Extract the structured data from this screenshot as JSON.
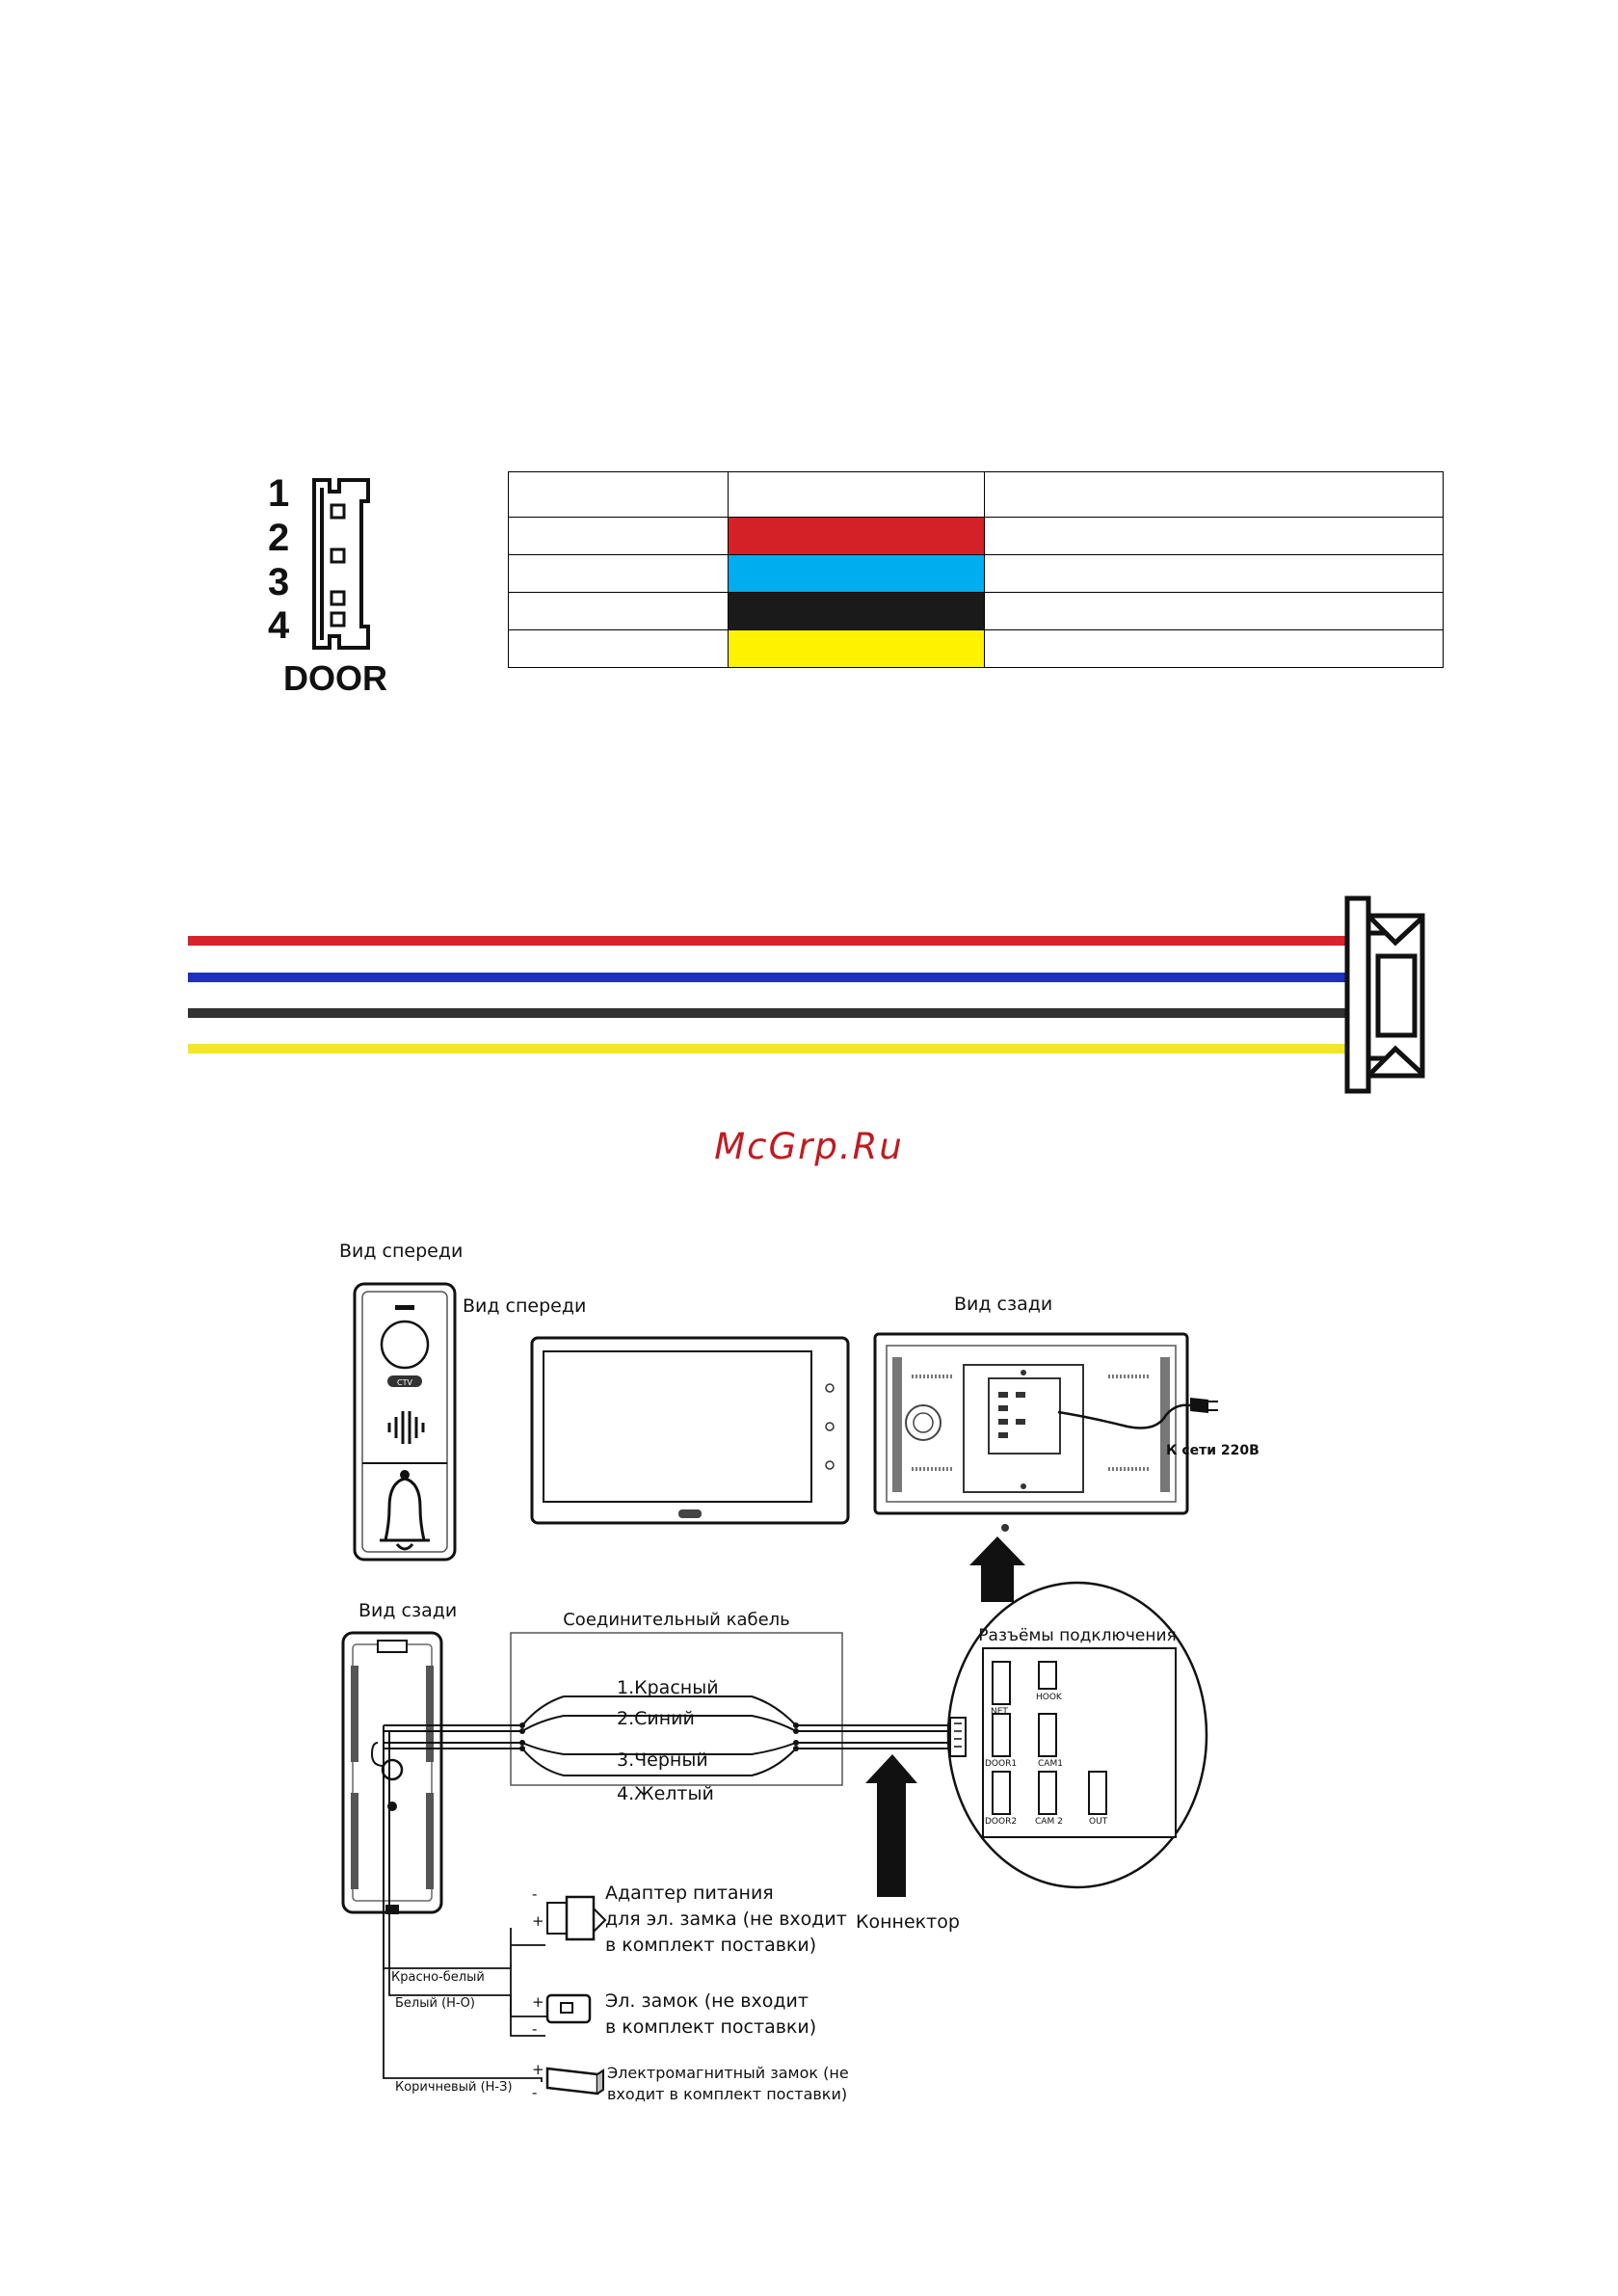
{
  "connector": {
    "pins": [
      "1",
      "2",
      "3",
      "4"
    ],
    "label": "DOOR"
  },
  "wire_table": {
    "rows": [
      {
        "pin": "",
        "color": "#d42027",
        "desc": ""
      },
      {
        "pin": "",
        "color": "#00aeef",
        "desc": ""
      },
      {
        "pin": "",
        "color": "#1a1a1a",
        "desc": ""
      },
      {
        "pin": "",
        "color": "#fff200",
        "desc": ""
      }
    ]
  },
  "wires": [
    {
      "name": "red",
      "color": "#d7232b"
    },
    {
      "name": "blue",
      "color": "#1f2fc4"
    },
    {
      "name": "black",
      "color": "#333333"
    },
    {
      "name": "yellow",
      "color": "#f3e626"
    }
  ],
  "watermark": "McGrp.Ru",
  "scheme": {
    "panel_front_label": "Вид спереди",
    "panel_back_label": "Вид сзади",
    "monitor_front_label": "Вид спереди",
    "monitor_back_label": "Вид сзади",
    "power_label": "К сети 220В",
    "cable_title": "Соединительный кабель",
    "cable_wires": [
      "1.Красный",
      "2.Синий",
      "3.Черный",
      "4.Желтый"
    ],
    "connectors_title": "Разъёмы подключения",
    "connector_ports": [
      "NET",
      "HOOK",
      "DOOR1",
      "CAM1",
      "DOOR2",
      "CAM 2",
      "OUT"
    ],
    "connector_label": "Коннектор",
    "adapter_label": [
      "Адаптер питания",
      "для эл. замка (не входит",
      "в комплект поставки)"
    ],
    "lock_label": [
      "Эл. замок (не входит",
      "в комплект поставки)"
    ],
    "maglock_label": [
      "Электромагнитный замок (не",
      "входит в комплект поставки)"
    ],
    "wire_red_white": "Красно-белый",
    "wire_white": "Белый (Н-О)",
    "wire_brown": "Коричневый (Н-З)",
    "brand": "CTV",
    "plus": "+",
    "minus": "-"
  }
}
